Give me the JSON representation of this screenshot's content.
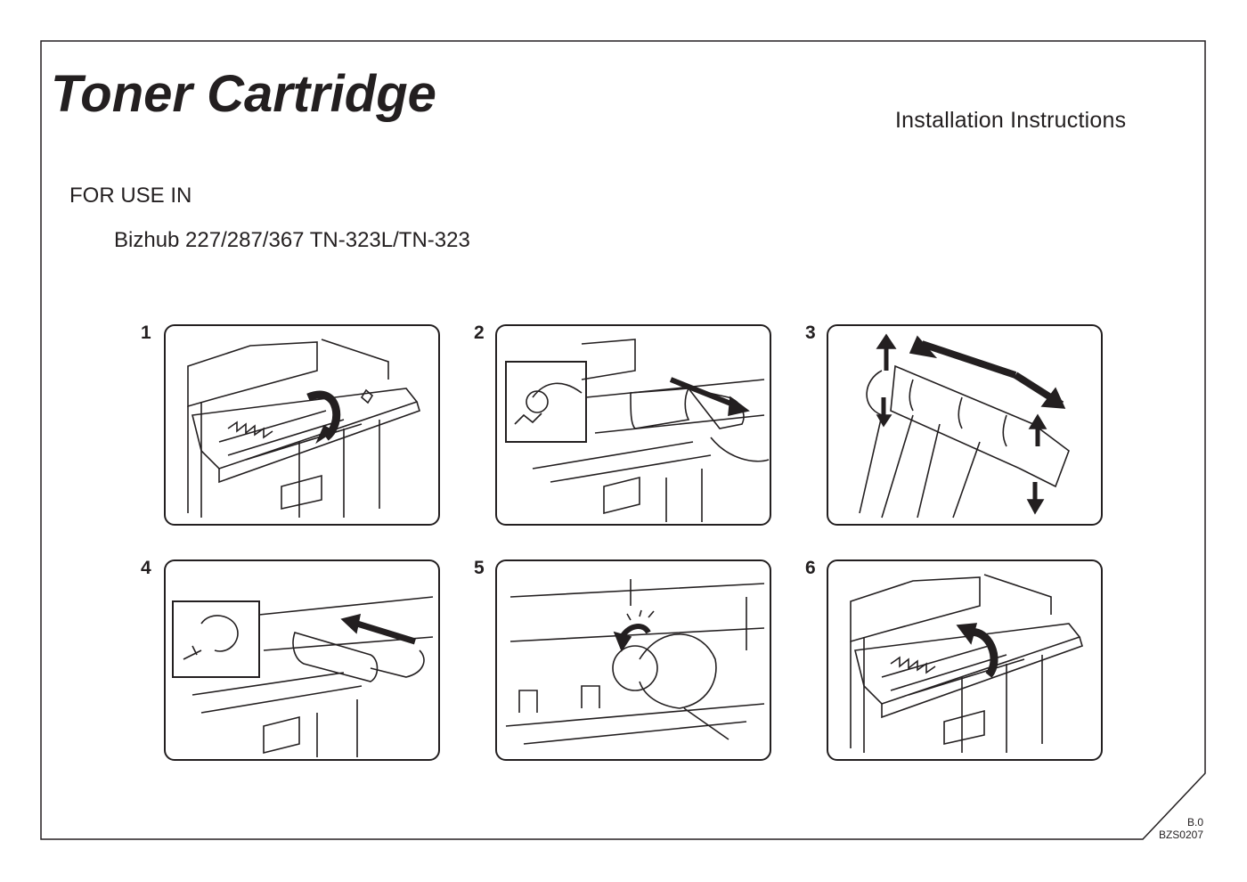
{
  "document": {
    "title": "Toner Cartridge",
    "subtitle": "Installation Instructions",
    "for_use_label": "FOR USE IN",
    "model": "Bizhub 227/287/367 TN-323L/TN-323"
  },
  "steps": [
    {
      "number": "1",
      "illustration": "open-front-door"
    },
    {
      "number": "2",
      "illustration": "pull-out-old-cartridge"
    },
    {
      "number": "3",
      "illustration": "shake-new-cartridge"
    },
    {
      "number": "4",
      "illustration": "insert-new-cartridge"
    },
    {
      "number": "5",
      "illustration": "rotate-lock-lever"
    },
    {
      "number": "6",
      "illustration": "close-front-door"
    }
  ],
  "footer": {
    "version": "B.0",
    "code": "BZS0207"
  }
}
